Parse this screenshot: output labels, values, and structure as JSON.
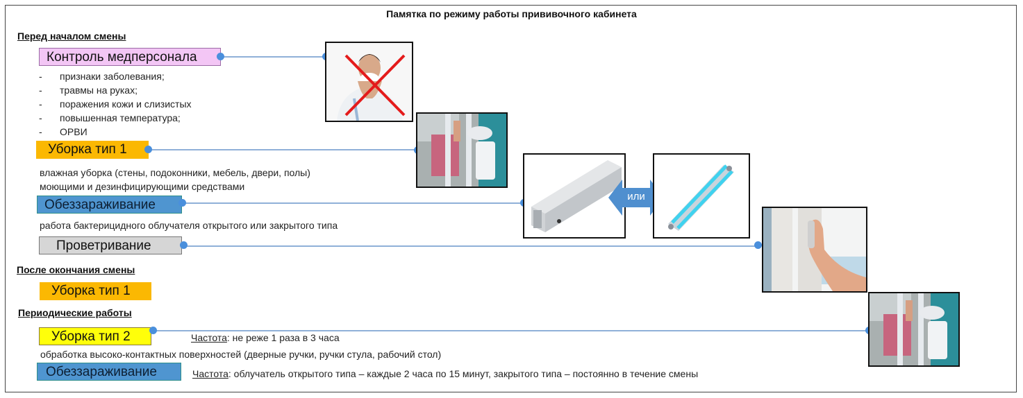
{
  "title": "Памятка по режиму работы прививочного кабинета",
  "sections": {
    "before_shift": "Перед началом смены",
    "after_shift": "После окончания смены",
    "periodic": "Периодические работы"
  },
  "before": {
    "staff_control": {
      "label": "Контроль медперсонала",
      "color": "#f3c6f5",
      "items": [
        "признаки заболевания;",
        "травмы на руках;",
        "поражения кожи и слизистых",
        "повышенная температура;",
        "ОРВИ"
      ],
      "dash": "-"
    },
    "cleaning1": {
      "label": "Уборка тип 1",
      "color": "#fbb802",
      "desc_line1": "влажная уборка (стены, подоконники, мебель, двери, полы)",
      "desc_line2": "моющими и дезинфицирующими средствами"
    },
    "disinfection": {
      "label": "Обеззараживание",
      "color": "#4f95d0",
      "desc": "работа бактерицидного облучателя открытого или закрытого типа"
    },
    "ventilation": {
      "label": "Проветривание",
      "color": "#d6d6d6"
    }
  },
  "after": {
    "cleaning1": {
      "label": "Уборка тип 1",
      "color": "#fbb802"
    }
  },
  "periodic": {
    "cleaning2": {
      "label": "Уборка тип 2",
      "color": "#ffff0a",
      "freq_label": "Частота",
      "freq_text": ": не реже 1 раза в 3 часа",
      "desc": "обработка высоко-контактных поверхностей (дверные ручки, ручки стула, рабочий стол)"
    },
    "disinfection": {
      "label": "Обеззараживание",
      "color": "#4f95d0",
      "freq_label": "Частота",
      "freq_text": ": облучатель открытого типа – каждые 2 часа по 15 минут, закрытого типа – постоянно в течение смены"
    }
  },
  "images": {
    "sick_doctor": "sick-doctor-crossed-out",
    "cleaning_photo": "cleaning-with-spray",
    "closed_irradiator": "closed-type-irradiator",
    "or_arrow": "или",
    "open_irradiator": "open-type-uv-lamp",
    "window_handle": "opening-window",
    "cleaning_photo_2": "cleaning-with-spray"
  },
  "connector_color": "#4a8fdc"
}
